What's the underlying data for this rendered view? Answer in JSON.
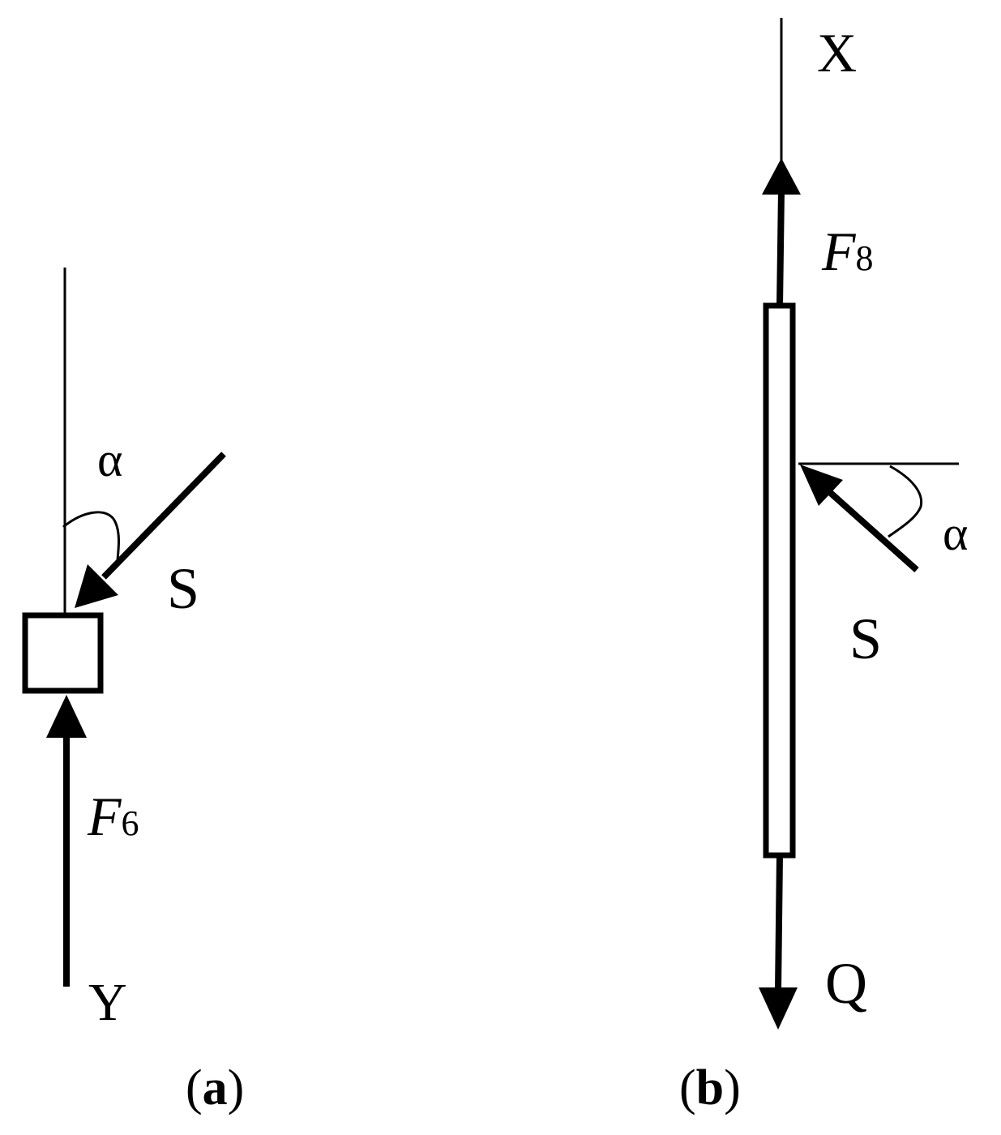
{
  "panel_a": {
    "caption_open": "(",
    "caption_letter": "a",
    "caption_close": ")",
    "label_alpha": "α",
    "label_s": "S",
    "label_f": "F",
    "label_f_sub": "6",
    "label_y": "Y"
  },
  "panel_b": {
    "caption_open": "(",
    "caption_letter": "b",
    "caption_close": ")",
    "label_x": "X",
    "label_f": "F",
    "label_f_sub": "8",
    "label_alpha": "α",
    "label_s": "S",
    "label_q": "Q"
  },
  "colors": {
    "stroke": "#000000",
    "background": "#ffffff"
  }
}
